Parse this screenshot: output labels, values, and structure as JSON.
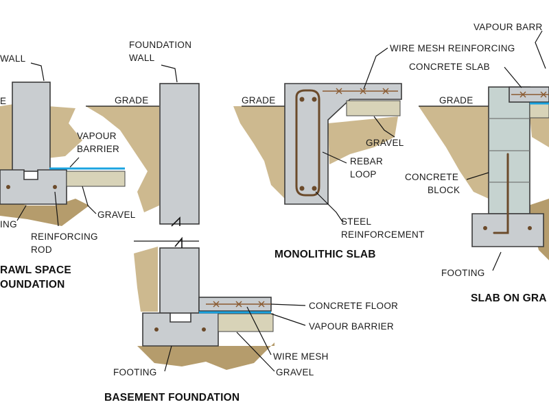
{
  "colors": {
    "concrete": "#c9cdd0",
    "soil": "#cdb98f",
    "gravel": "#d8d3b8",
    "vapour_barrier": "#1aa3e0",
    "rebar": "#6b4a2a"
  },
  "crawl_space": {
    "wall_label": "WALL",
    "grade_label": "E",
    "vapour_barrier_label_1": "VAPOUR",
    "vapour_barrier_label_2": "BARRIER",
    "gravel_label": "GRAVEL",
    "footing_label": "ING",
    "reinforcing_rod_label_1": "REINFORCING",
    "reinforcing_rod_label_2": "ROD",
    "title_1": "RAWL SPACE",
    "title_2": "OUNDATION"
  },
  "basement": {
    "foundation_wall_label_1": "FOUNDATION",
    "foundation_wall_label_2": "WALL",
    "grade_label": "GRADE",
    "concrete_floor_label": "CONCRETE FLOOR",
    "vapour_barrier_label": "VAPOUR BARRIER",
    "wire_mesh_label": "WIRE MESH",
    "gravel_label": "GRAVEL",
    "footing_label": "FOOTING",
    "title": "BASEMENT FOUNDATION"
  },
  "monolithic": {
    "grade_label": "GRADE",
    "wire_mesh_label": "WIRE MESH REINFORCING",
    "gravel_label": "GRAVEL",
    "rebar_loop_label_1": "REBAR",
    "rebar_loop_label_2": "LOOP",
    "steel_label_1": "STEEL",
    "steel_label_2": "REINFORCEMENT",
    "title": "MONOLITHIC SLAB"
  },
  "slab_on_grade": {
    "vapour_barrier_label": "VAPOUR BARR",
    "concrete_slab_label": "CONCRETE SLAB",
    "grade_label": "GRADE",
    "concrete_block_label_1": "CONCRETE",
    "concrete_block_label_2": "BLOCK",
    "footing_label": "FOOTING",
    "title": "SLAB ON GRA"
  }
}
